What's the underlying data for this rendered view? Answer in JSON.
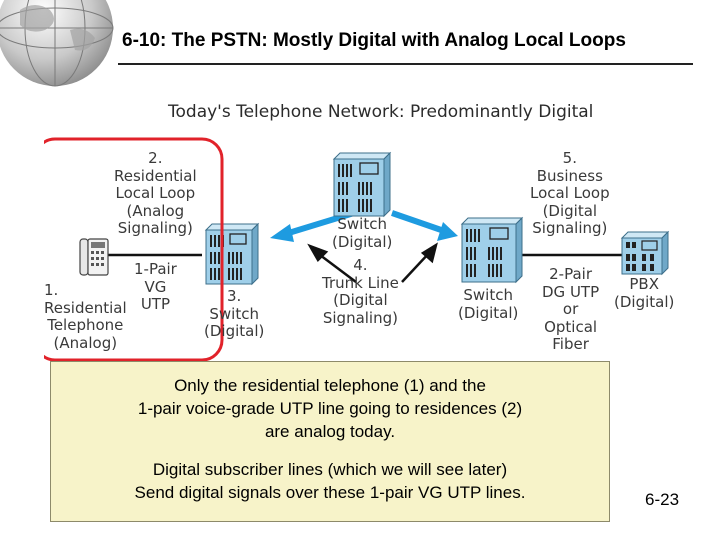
{
  "slide": {
    "title": "6-10: The PSTN: Mostly Digital with Analog Local Loops",
    "page_number": "6-23"
  },
  "diagram": {
    "title": "Today's Telephone Network: Predominantly Digital",
    "labels": {
      "residential_loop": [
        "2.",
        "Residential",
        "Local Loop",
        "(Analog",
        "Signaling)"
      ],
      "residential_utp": [
        "1-Pair",
        "VG",
        "UTP"
      ],
      "residential_phone": [
        "1.",
        "Residential",
        "Telephone",
        "(Analog)"
      ],
      "residential_switch": [
        "3.",
        "Switch",
        "(Digital)"
      ],
      "central_switch": [
        "Switch",
        "(Digital)"
      ],
      "trunk_line": [
        "4.",
        "Trunk Line",
        "(Digital",
        "Signaling)"
      ],
      "business_switch": [
        "Switch",
        "(Digital)"
      ],
      "business_loop": [
        "5.",
        "Business",
        "Local Loop",
        "(Digital",
        "Signaling)"
      ],
      "business_utp": [
        "2-Pair",
        "DG UTP",
        "or",
        "Optical",
        "Fiber"
      ],
      "pbx": [
        "PBX",
        "(Digital)"
      ]
    },
    "colors": {
      "trunk_line": "#1e9be0",
      "highlight": "#e1222a",
      "switch_fill": "#9fcfe9"
    }
  },
  "note": {
    "paragraph1": [
      "Only the residential telephone (1) and the",
      "1-pair voice-grade UTP line going to residences (2)",
      "are analog today."
    ],
    "paragraph2": [
      "Digital subscriber lines (which we will see later)",
      "Send digital signals over these 1-pair VG UTP lines."
    ]
  }
}
